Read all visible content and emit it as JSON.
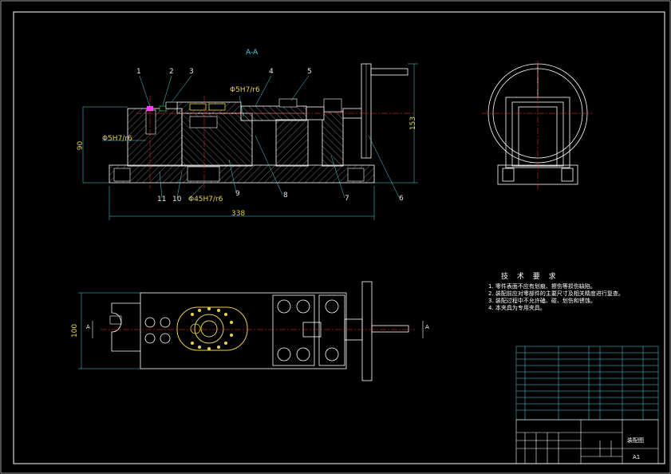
{
  "section_label": "A-A",
  "parts": {
    "p1": "1",
    "p2": "2",
    "p3": "3",
    "p4": "4",
    "p5": "5",
    "p6": "6",
    "p7": "7",
    "p8": "8",
    "p9": "9",
    "p10": "10",
    "p11": "11"
  },
  "fits": {
    "f1": "Φ5H7/r6",
    "f2": "Φ5H7/r6",
    "f3": "Φ45H7/r6"
  },
  "dimensions": {
    "length": "338",
    "height": "90",
    "total_height": "153",
    "width": "100"
  },
  "view_marks": {
    "a_left": "A",
    "a_right": "A"
  },
  "tech_req": {
    "title": "技 术 要 求",
    "items": [
      "1. 零件表面不应有划痕、擦伤等损伤缺陷。",
      "2. 装配前应对零部件的主要尺寸及相关精度进行复查。",
      "3. 装配过程中不允许磕、碰、划伤和锈蚀。",
      "4. 本夹具为专用夹具。"
    ]
  },
  "title_block": {
    "drawing_name": "装配图",
    "sheet_size": "A1"
  },
  "colors": {
    "line": "#ffffff",
    "hatch": "#d8d8d8",
    "dim": "#4ad6e6",
    "center": "#ff3030",
    "part": "#e8d24a",
    "part2": "#ff40ff",
    "green": "#40e040"
  }
}
